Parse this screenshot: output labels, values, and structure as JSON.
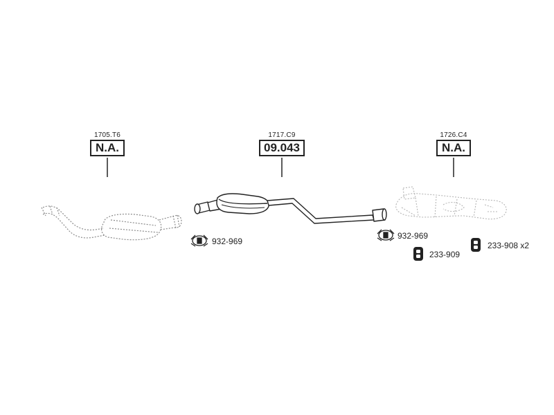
{
  "parts": [
    {
      "code": "1705.T6",
      "status": "N.A."
    },
    {
      "code": "1717.C9",
      "status": "09.043"
    },
    {
      "code": "1726.C4",
      "status": "N.A."
    }
  ],
  "accessories": [
    {
      "label": "932-969",
      "icon": "clamp-icon"
    },
    {
      "label": "932-969",
      "icon": "clamp-icon"
    },
    {
      "label": "233-909",
      "icon": "rubber-hanger-icon"
    },
    {
      "label": "233-908 x2",
      "icon": "rubber-hanger-icon"
    }
  ],
  "colors": {
    "line": "#222222",
    "ghost": "#9a9a9a",
    "background": "#ffffff"
  }
}
